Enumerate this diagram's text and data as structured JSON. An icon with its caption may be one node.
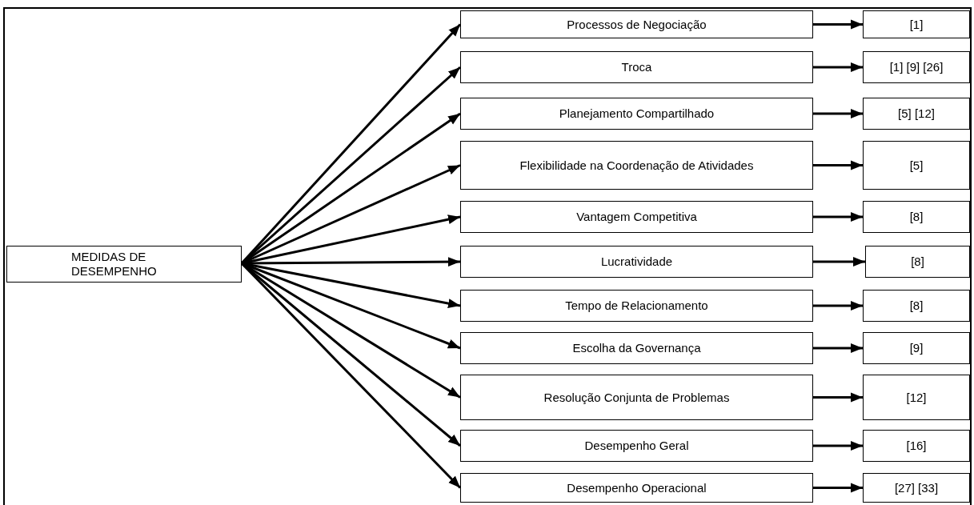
{
  "diagram": {
    "nodes": [
      {
        "text": [
          "MEDIDAS DE DESEMPENHO"
        ]
      },
      {
        "text": [
          "Processos de Negociação"
        ]
      },
      {
        "text": [
          "[1]"
        ]
      },
      {
        "text": [
          "Troca"
        ]
      },
      {
        "text": [
          "[1] [9] [26]"
        ]
      },
      {
        "text": [
          "Planejamento Compartilhado"
        ]
      },
      {
        "text": [
          "[5] [12]"
        ]
      },
      {
        "text": [
          "Flexibilidade na Coordenação de Atividades"
        ]
      },
      {
        "text": [
          "[5]"
        ]
      },
      {
        "text": [
          "Vantagem Competitiva"
        ]
      },
      {
        "text": [
          "[8]"
        ]
      },
      {
        "text": [
          "Lucratividade"
        ]
      },
      {
        "text": [
          "[8]"
        ]
      },
      {
        "text": [
          "Tempo de Relacionamento"
        ]
      },
      {
        "text": [
          "[8]"
        ]
      },
      {
        "text": [
          "Escolha da Governança"
        ]
      },
      {
        "text": [
          "[9]"
        ]
      },
      {
        "text": [
          "Resolução Conjunta de Problemas"
        ]
      },
      {
        "text": [
          "[12]"
        ]
      },
      {
        "text": [
          "Desempenho Geral"
        ]
      },
      {
        "text": [
          "[16]"
        ]
      },
      {
        "text": [
          "Desempenho Operacional"
        ]
      },
      {
        "text": [
          "[27] [33]"
        ]
      }
    ],
    "edges": [
      {
        "from": 0,
        "to": 1,
        "arrow": "to"
      },
      {
        "from": 1,
        "to": 2,
        "arrow": "to"
      },
      {
        "from": 0,
        "to": 3,
        "arrow": "to"
      },
      {
        "from": 3,
        "to": 4,
        "arrow": "to"
      },
      {
        "from": 0,
        "to": 5,
        "arrow": "to"
      },
      {
        "from": 5,
        "to": 6,
        "arrow": "to"
      },
      {
        "from": 0,
        "to": 7,
        "arrow": "to"
      },
      {
        "from": 7,
        "to": 8,
        "arrow": "to"
      },
      {
        "from": 0,
        "to": 9,
        "arrow": "to"
      },
      {
        "from": 9,
        "to": 10,
        "arrow": "to"
      },
      {
        "from": 0,
        "to": 11,
        "arrow": "to"
      },
      {
        "from": 11,
        "to": 12,
        "arrow": "to"
      },
      {
        "from": 0,
        "to": 13,
        "arrow": "to"
      },
      {
        "from": 13,
        "to": 14,
        "arrow": "to"
      },
      {
        "from": 0,
        "to": 15,
        "arrow": "to"
      },
      {
        "from": 15,
        "to": 16,
        "arrow": "to"
      },
      {
        "from": 0,
        "to": 17,
        "arrow": "to"
      },
      {
        "from": 17,
        "to": 18,
        "arrow": "to"
      },
      {
        "from": 0,
        "to": 19,
        "arrow": "to"
      },
      {
        "from": 19,
        "to": 20,
        "arrow": "to"
      },
      {
        "from": 0,
        "to": 21,
        "arrow": "to"
      },
      {
        "from": 21,
        "to": 22,
        "arrow": "to"
      }
    ]
  }
}
